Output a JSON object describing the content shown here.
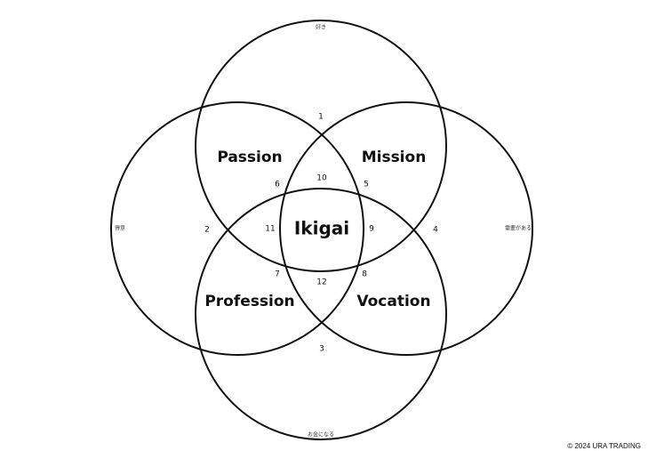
{
  "diagram": {
    "circles": {
      "top": "好き",
      "left": "得意",
      "right": "需要がある",
      "bottom": "お金になる"
    },
    "regions": {
      "passion": "Passion",
      "mission": "Mission",
      "profession": "Profession",
      "vocation": "Vocation",
      "center": "Ikigai"
    },
    "numbers": [
      "1",
      "2",
      "3",
      "4",
      "5",
      "6",
      "7",
      "8",
      "9",
      "10",
      "11",
      "12"
    ]
  },
  "footer": {
    "copyright": "© 2024 URA TRADING"
  }
}
